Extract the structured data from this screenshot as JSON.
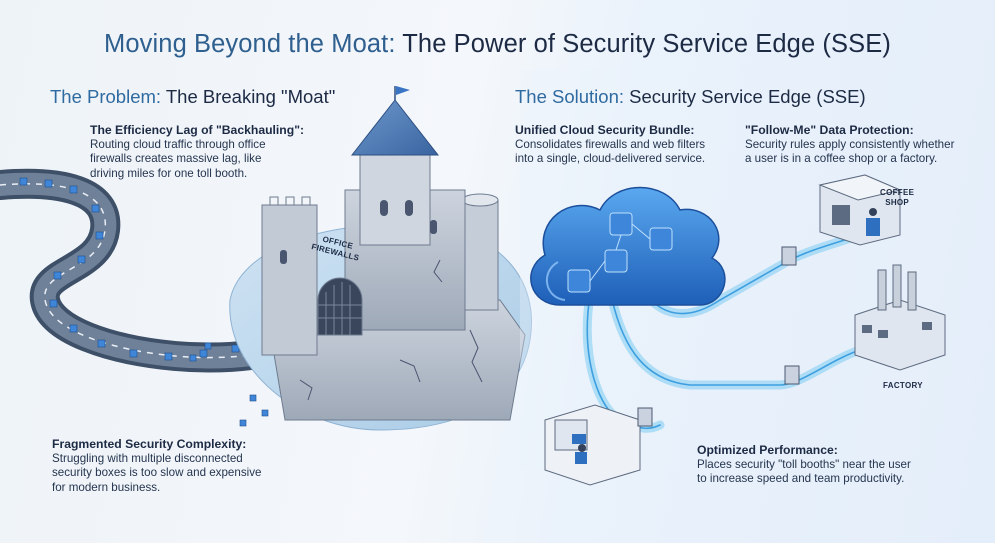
{
  "title": {
    "part1": "Moving Beyond the Moat:",
    "part2": " The Power of Security Service Edge (SSE)"
  },
  "problem": {
    "heading_accent": "The Problem:",
    "heading_rest": " The Breaking \"Moat\"",
    "backhauling": {
      "title": "The Efficiency Lag of \"Backhauling\":",
      "lines": [
        "Routing cloud traffic through office",
        "firewalls creates massive lag, like",
        "driving miles for one toll booth."
      ]
    },
    "fragmented": {
      "title": "Fragmented Security Complexity:",
      "lines": [
        "Struggling with multiple disconnected",
        "security boxes is too slow and expensive",
        "for modern business."
      ]
    },
    "castle_label": {
      "line1": "OFFICE",
      "line2": "FIREWALLS"
    }
  },
  "solution": {
    "heading_accent": "The Solution:",
    "heading_rest": " Security Service Edge (SSE)",
    "unified": {
      "title": "Unified Cloud Security Bundle:",
      "lines": [
        "Consolidates firewalls and web filters",
        "into a single, cloud-delivered service."
      ]
    },
    "follow_me": {
      "title": "\"Follow-Me\" Data Protection:",
      "lines": [
        "Security rules apply consistently whether",
        "a user is in a coffee shop or a factory."
      ]
    },
    "optimized": {
      "title": "Optimized Performance:",
      "lines": [
        "Places security \"toll booths\" near the user",
        "to increase speed and team productivity."
      ]
    },
    "coffee_label": {
      "line1": "COFFEE",
      "line2": "SHOP"
    },
    "factory_label": "FACTORY"
  },
  "colors": {
    "accent": "#2f6aa0",
    "dark_text": "#1c2a44",
    "cloud": "#2f7fd8",
    "stream": "#7ec8f0",
    "castle": "#b9c3d1"
  }
}
